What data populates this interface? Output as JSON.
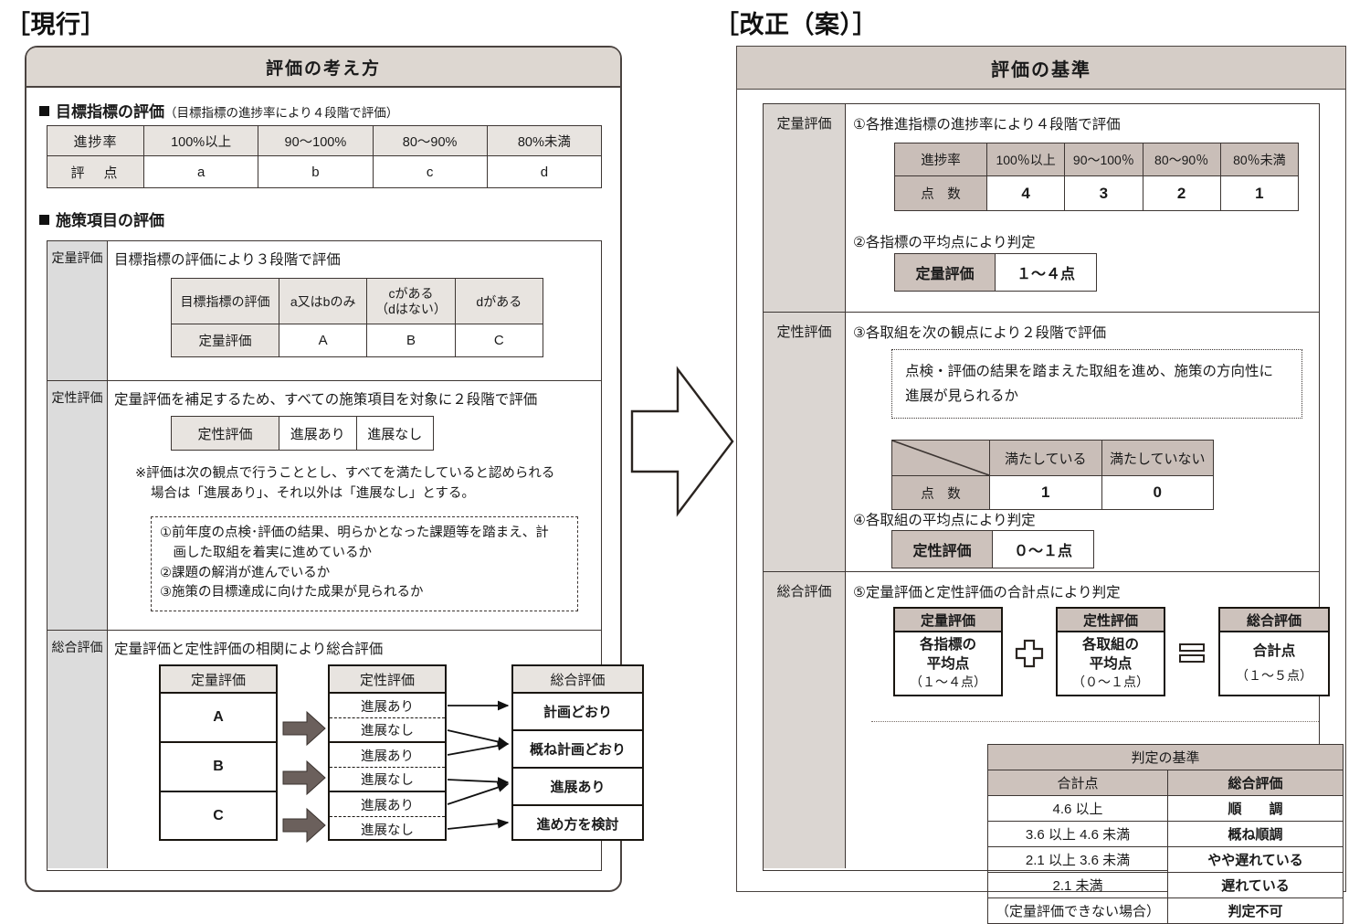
{
  "labels": {
    "current": "［現行］",
    "revised": "［改正（案）］"
  },
  "left": {
    "title": "評価の考え方",
    "section1": {
      "heading": "目標指標の評価",
      "sub": "（目標指標の進捗率により４段階で評価）",
      "table": {
        "row1_header": "進捗率",
        "row1": [
          "100%以上",
          "90〜100%",
          "80〜90%",
          "80%未満"
        ],
        "row2_header": "評　点",
        "row2": [
          "a",
          "b",
          "c",
          "d"
        ]
      }
    },
    "section2": {
      "heading": "施策項目の評価",
      "quantitative": {
        "label": "定量評価",
        "lead": "目標指標の評価により３段階で評価",
        "table": {
          "row1_header": "目標指標の評価",
          "row1": [
            "a又はbのみ",
            "cがある\n（dはない）",
            "dがある"
          ],
          "row2_header": "定量評価",
          "row2": [
            "A",
            "B",
            "C"
          ]
        }
      },
      "qualitative": {
        "label": "定性評価",
        "lead": "定量評価を補足するため、すべての施策項目を対象に２段階で評価",
        "table": {
          "row_header": "定性評価",
          "row": [
            "進展あり",
            "進展なし"
          ]
        },
        "note_line1": "※評価は次の観点で行うこととし、すべてを満たしていると認められる",
        "note_line2": "場合は「進展あり」、それ以外は「進展なし」とする。",
        "criteria": [
          "①前年度の点検･評価の結果、明らかとなった課題等を踏まえ、計",
          "　画した取組を着実に進めているか",
          "②課題の解消が進んでいるか",
          "③施策の目標達成に向けた成果が見られるか"
        ]
      },
      "overall": {
        "label": "総合評価",
        "lead": "定量評価と定性評価の相関により総合評価",
        "col1_header": "定量評価",
        "col1_cells": [
          "A",
          "B",
          "C"
        ],
        "col2_header": "定性評価",
        "col2_cells": [
          "進展あり",
          "進展なし",
          "進展あり",
          "進展なし",
          "進展あり",
          "進展なし"
        ],
        "col3_header": "総合評価",
        "col3_cells": [
          "計画どおり",
          "概ね計画どおり",
          "進展あり",
          "進め方を検討"
        ]
      }
    }
  },
  "right": {
    "title": "評価の基準",
    "quantitative": {
      "label": "定量評価",
      "step1": "①各推進指標の進捗率により４段階で評価",
      "table": {
        "row1_header": "進捗率",
        "row1": [
          "100％以上",
          "90〜100％",
          "80〜90％",
          "80％未満"
        ],
        "row2_header": "点　数",
        "row2": [
          "4",
          "3",
          "2",
          "1"
        ]
      },
      "step2": "②各指標の平均点により判定",
      "result_label": "定量評価",
      "result_value": "１〜４点"
    },
    "qualitative": {
      "label": "定性評価",
      "step3": "③各取組を次の観点により２段階で評価",
      "viewpoint_line1": "点検・評価の結果を踏まえた取組を進め、施策の方向性に",
      "viewpoint_line2": "進展が見られるか",
      "table": {
        "corner": "",
        "col_headers": [
          "満たしている",
          "満たしていない"
        ],
        "row_header": "点　数",
        "row": [
          "1",
          "0"
        ]
      },
      "step4": "④各取組の平均点により判定",
      "result_label": "定性評価",
      "result_value": "０〜１点"
    },
    "overall": {
      "label": "総合評価",
      "step5": "⑤定量評価と定性評価の合計点により判定",
      "box1": {
        "head": "定量評価",
        "line1": "各指標の",
        "line2": "平均点",
        "paren": "（１〜４点）"
      },
      "operator1": "plus-symbol",
      "box2": {
        "head": "定性評価",
        "line1": "各取組の",
        "line2": "平均点",
        "paren": "（０〜１点）"
      },
      "operator2": "equals-symbol",
      "box3": {
        "head": "総合評価",
        "line1": "合計点",
        "line2": "",
        "paren": "（１〜５点）"
      },
      "judge_table": {
        "title": "判定の基準",
        "headers": [
          "合計点",
          "総合評価"
        ],
        "rows": [
          [
            "4.6 以上",
            "順　　調"
          ],
          [
            "3.6 以上 4.6 未満",
            "概ね順調"
          ],
          [
            "2.1 以上 3.6 未満",
            "やや遅れている"
          ],
          [
            "2.1 未満",
            "遅れている"
          ],
          [
            "（定量評価できない場合）",
            "判定不可"
          ]
        ]
      }
    }
  },
  "colors": {
    "header_bar": "#ddd7d1",
    "header_bar_right": "#d5cdc7",
    "table_header_light": "#e8e4e0",
    "table_header_warm": "#c9beb8",
    "row_label_gray": "#dcdcdc",
    "arrow_gray": "#6b605c",
    "border": "#3d3633"
  },
  "arrow": {
    "name": "transition-arrow-right"
  }
}
